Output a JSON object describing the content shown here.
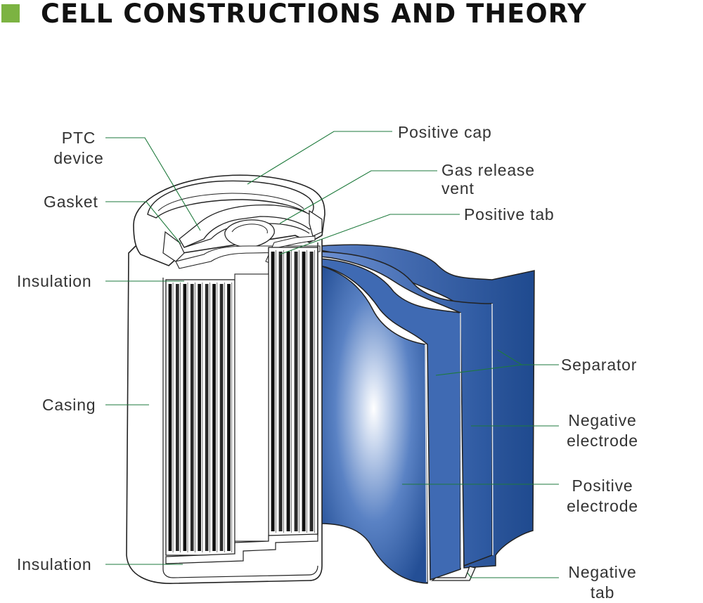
{
  "title": "CELL CONSTRUCTIONS AND THEORY",
  "colors": {
    "accent_square": "#7cb342",
    "leader_line": "#1e7a3c",
    "electrode_blue": "#2f5ea6",
    "electrode_dark": "#1d3f7a",
    "outline": "#222222",
    "title_text": "#111111"
  },
  "labels": {
    "ptc_device": [
      "PTC",
      "device"
    ],
    "gasket": "Gasket",
    "insulation_top": "Insulation",
    "casing": "Casing",
    "insulation_bottom": "Insulation",
    "positive_cap": "Positive cap",
    "gas_release_vent": [
      "Gas release",
      "vent"
    ],
    "positive_tab": "Positive tab",
    "separator": "Separator",
    "negative_electrode": [
      "Negative",
      "electrode"
    ],
    "positive_electrode": [
      "Positive",
      "electrode"
    ],
    "negative_tab": [
      "Negative",
      "tab"
    ]
  }
}
